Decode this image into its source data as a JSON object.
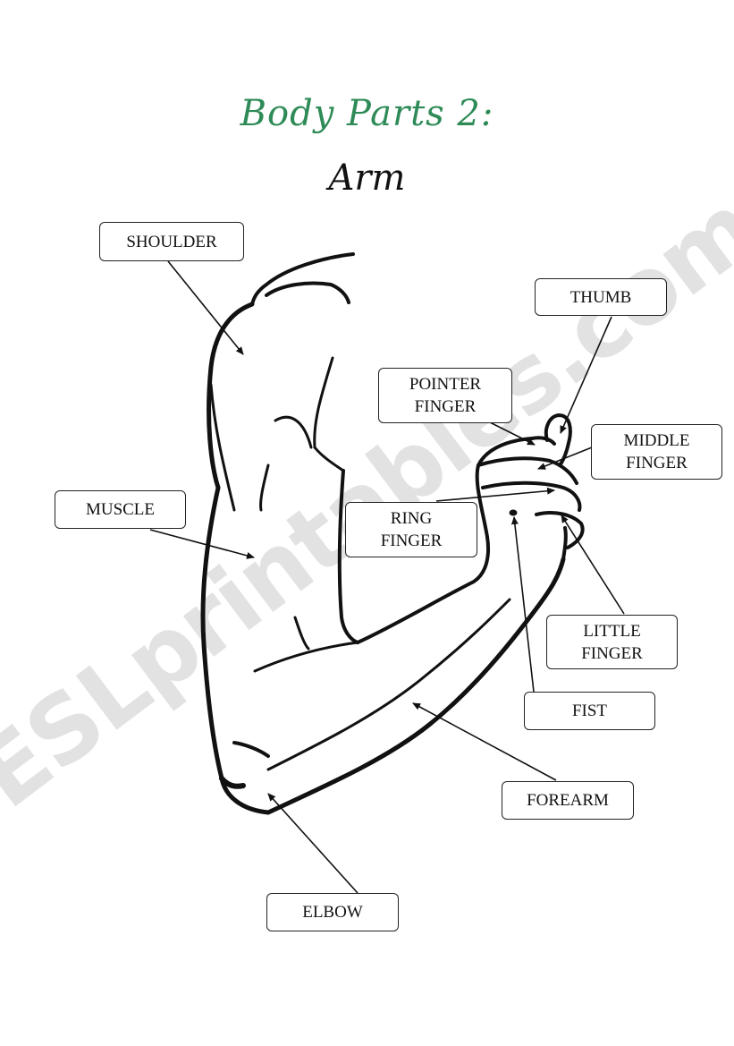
{
  "title": "Body Parts 2:",
  "subtitle": "Arm",
  "watermark": "ESLprintables.com",
  "colors": {
    "title": "#2e8b57",
    "text": "#111111",
    "outline": "#222222"
  },
  "labels": {
    "shoulder": "SHOULDER",
    "thumb": "THUMB",
    "pointer_finger": "POINTER\nFINGER",
    "middle_finger": "MIDDLE\nFINGER",
    "muscle": "MUSCLE",
    "ring_finger": "RING\nFINGER",
    "little_finger": "LITTLE\nFINGER",
    "fist": "FIST",
    "forearm": "FOREARM",
    "elbow": "ELBOW"
  }
}
